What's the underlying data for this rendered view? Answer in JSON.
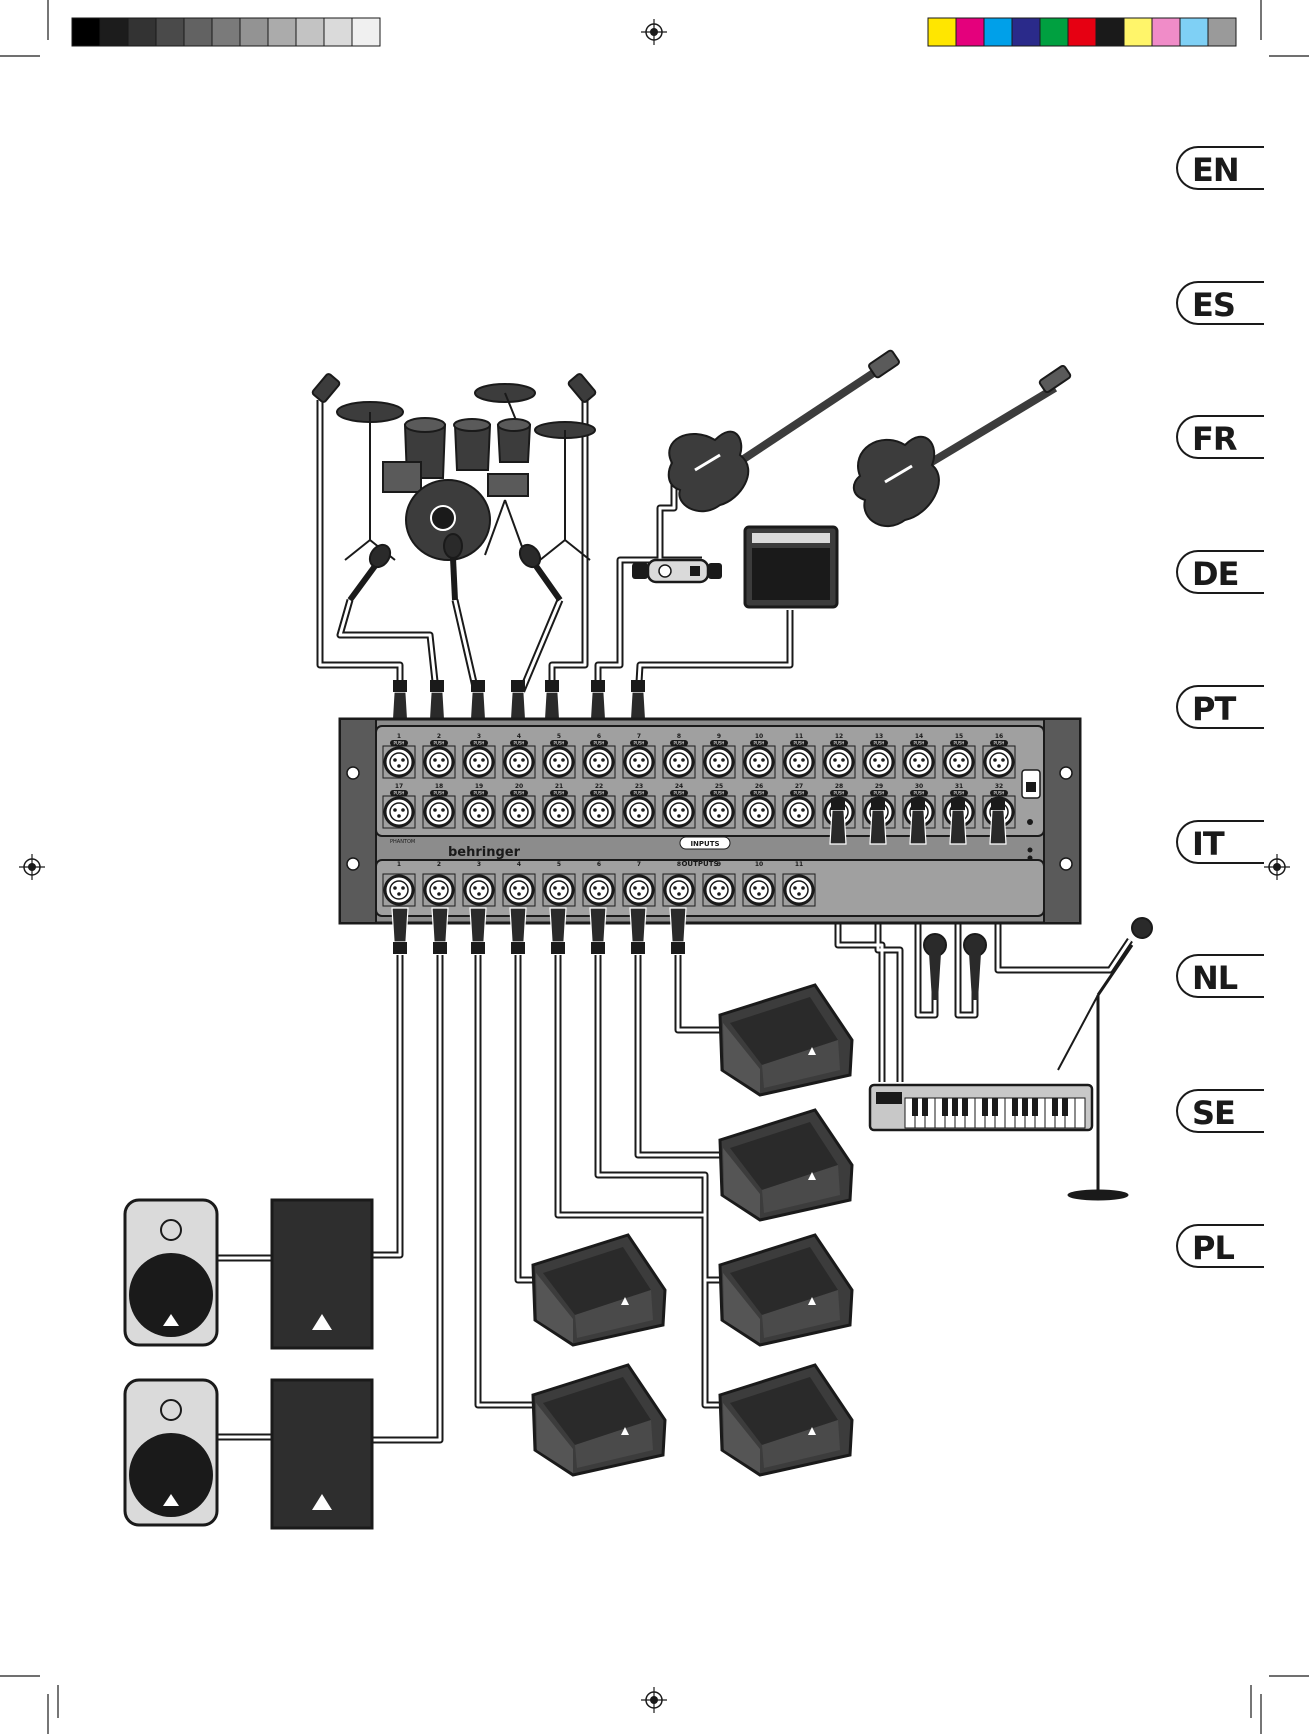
{
  "languages": [
    "EN",
    "ES",
    "FR",
    "DE",
    "PT",
    "IT",
    "NL",
    "SE",
    "PL"
  ],
  "stagebox": {
    "brand": "behringer",
    "input_top_row": [
      "1",
      "2",
      "3",
      "4",
      "5",
      "6",
      "7",
      "8",
      "9",
      "10",
      "11",
      "12",
      "13",
      "14",
      "15",
      "16"
    ],
    "input_bottom_row": [
      "17",
      "18",
      "19",
      "20",
      "21",
      "22",
      "23",
      "24",
      "25",
      "26",
      "27",
      "28",
      "29",
      "30",
      "31",
      "32"
    ],
    "inputs_label": "INPUTS",
    "outputs_label": "OUTPUTS",
    "output_numbers": [
      "1",
      "2",
      "3",
      "4",
      "5",
      "6",
      "7",
      "8",
      "9",
      "10",
      "11"
    ],
    "push_label": "PUSH",
    "phantom_label": "PHANTOM"
  },
  "colors": {
    "ink": "#1a1a1a",
    "panel": "#8c8c8c",
    "panel_dark": "#5a5a5a",
    "device_fill": "#3c3c3c",
    "calibration_gray": [
      "#000000",
      "#1c1c1c",
      "#333333",
      "#4a4a4a",
      "#626262",
      "#7a7a7a",
      "#939393",
      "#ababab",
      "#c3c3c3",
      "#dadada",
      "#f0f0f0"
    ],
    "calibration_color": [
      "#ffe600",
      "#e4007c",
      "#00a0e9",
      "#2a2a8a",
      "#00a040",
      "#e60012",
      "#1a1a1a",
      "#fff56a",
      "#f08cc8",
      "#7fd0f5",
      "#9a9a9a"
    ]
  },
  "icons": [
    "registration-mark-icon",
    "drum-kit-icon",
    "bass-guitar-icon",
    "electric-guitar-icon",
    "guitar-amp-icon",
    "di-box-icon",
    "microphone-icon",
    "keyboard-icon",
    "mic-stand-icon",
    "pa-speaker-icon",
    "stage-monitor-icon"
  ]
}
